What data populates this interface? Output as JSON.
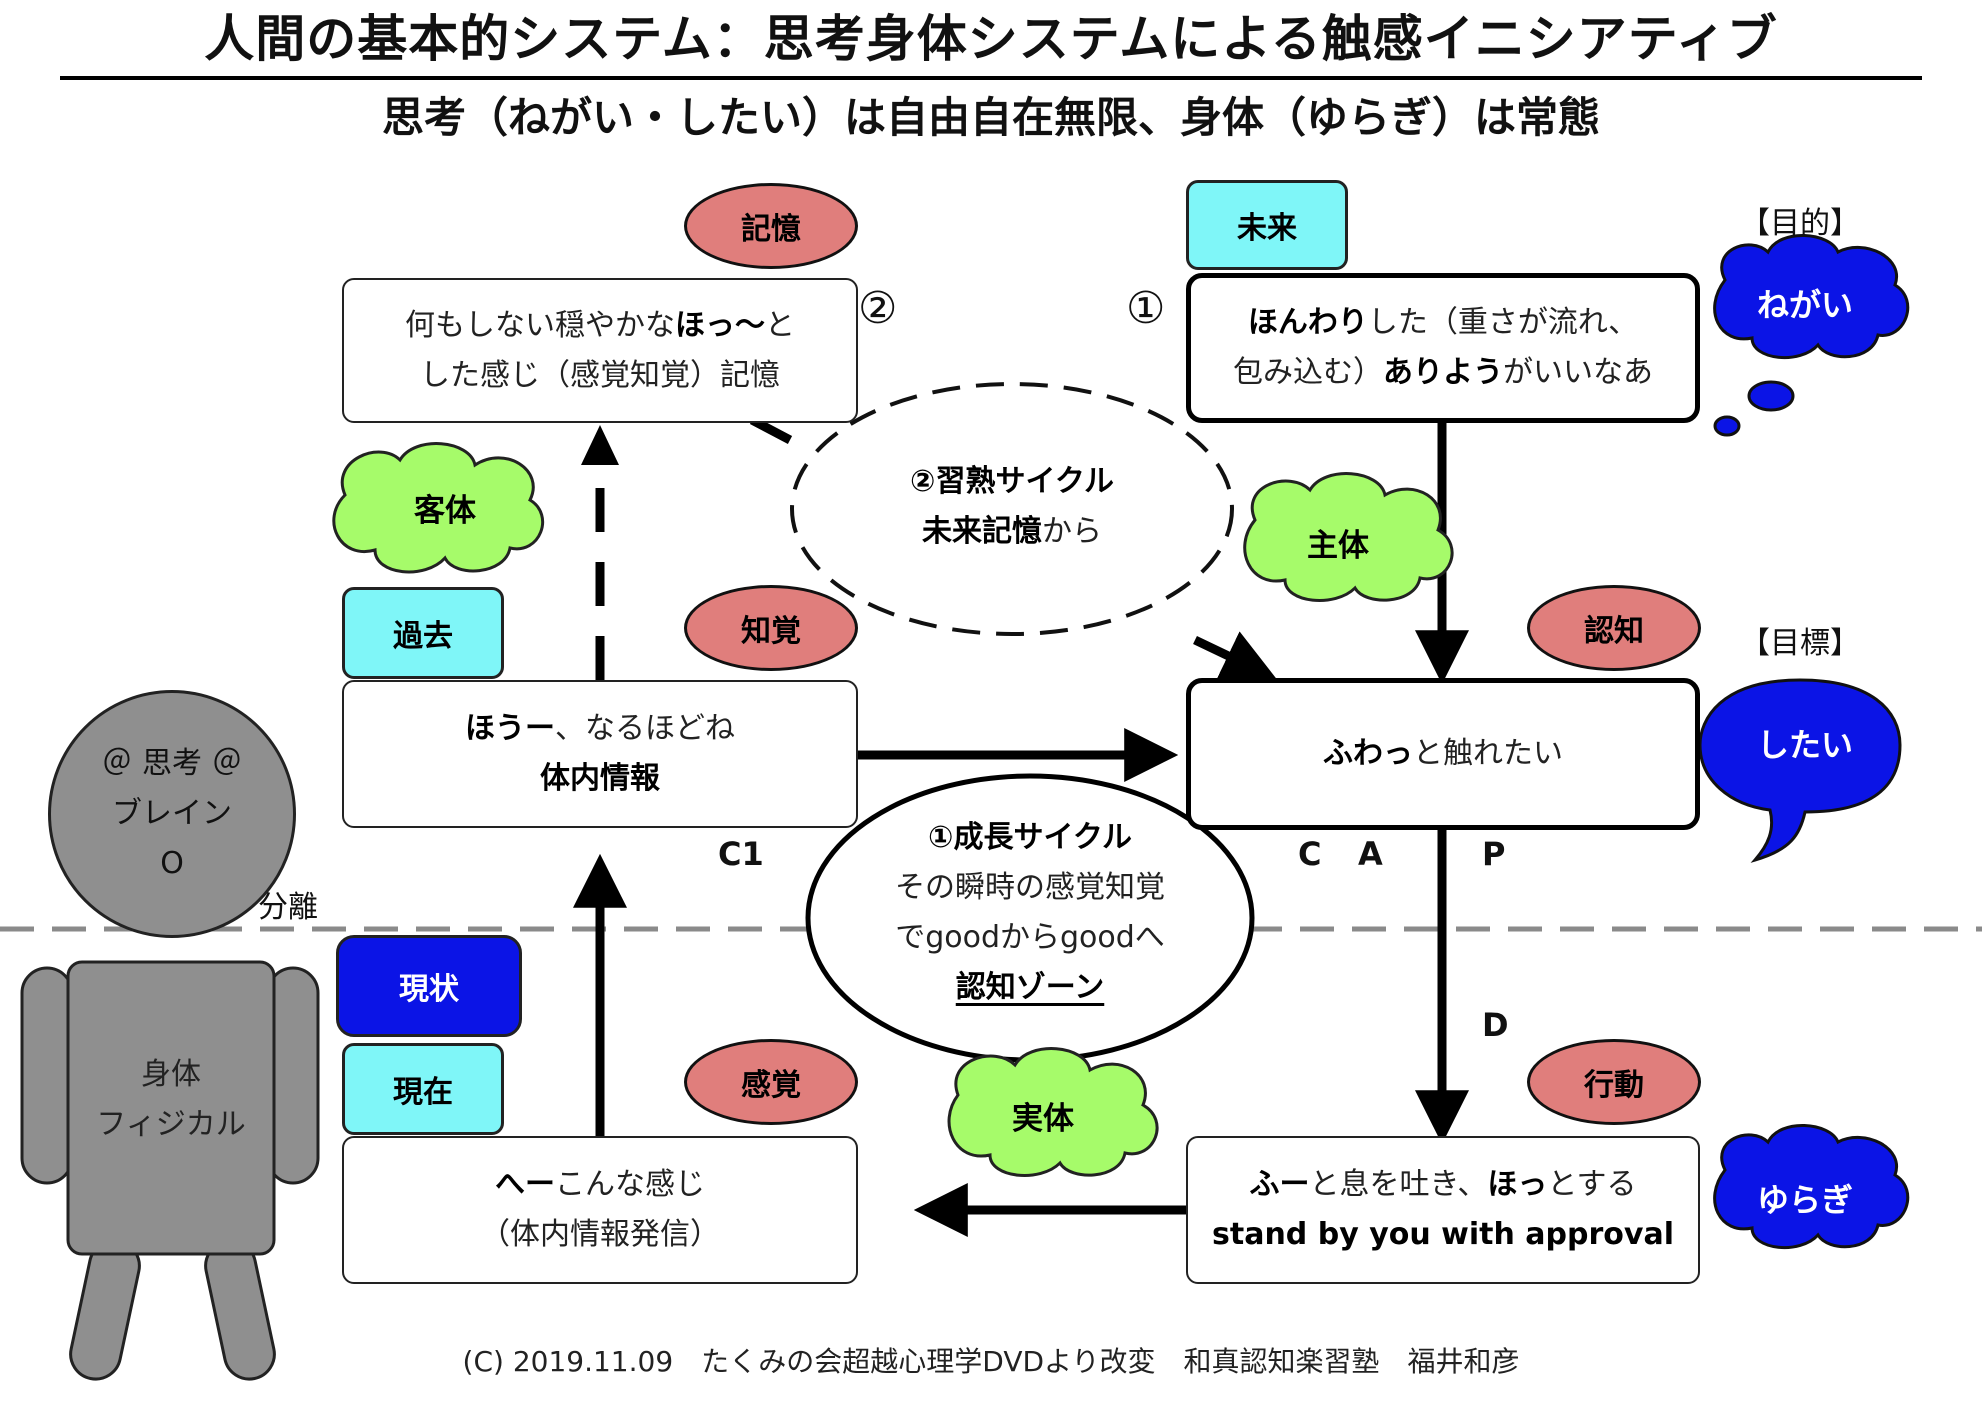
{
  "title": "人間の基本的システム：思考身体システムによる触感イニシアティブ",
  "subtitle": "思考（ねがい・したい）は自由自在無限、身体（ゆらぎ）は常態",
  "tags": {
    "mirai": "未来",
    "kako": "過去",
    "genjo": "現状",
    "genzai": "現在"
  },
  "pills": {
    "kioku": "記憶",
    "chikaku": "知覚",
    "ninchi": "認知",
    "kankaku": "感覚",
    "kodo": "行動"
  },
  "clouds": {
    "kyakutai": "客体",
    "shutai": "主体",
    "jittai": "実体"
  },
  "blue_shapes": {
    "negai": "ねがい",
    "shitai": "したい",
    "yuragi": "ゆらぎ"
  },
  "brackets": {
    "mokuteki": "【目的】",
    "mokuhyo": "【目標】"
  },
  "markers": {
    "one": "①",
    "two": "②"
  },
  "boxes": {
    "memory": {
      "line1_pre": "何もしない穏やかな",
      "line1_bold": "ほっ〜",
      "line1_post": "と",
      "line2": "した感じ（感覚知覚）記憶"
    },
    "goal": {
      "line1_bold": "ほんわり",
      "line1_post": "した（重さが流れ、",
      "line2_pre": "包み込む）",
      "line2_bold": "ありよう",
      "line2_post": "がいいなあ"
    },
    "perception": {
      "line1_bold": "ほうー",
      "line1_post": "、なるほどね",
      "line2_bold": "体内情報"
    },
    "target": {
      "line1_bold": "ふわっ",
      "line1_post": "と触れたい"
    },
    "sensation": {
      "line1_bold": "へー",
      "line1_post": "こんな感じ",
      "line2": "（体内情報発信）"
    },
    "action": {
      "line1_bold1": "ふー",
      "line1_mid": "と息を吐き、",
      "line1_bold2": "ほっ",
      "line1_post": "とする",
      "line2": "stand by you with approval"
    }
  },
  "cycles": {
    "mastery": {
      "line1": "②習熟サイクル",
      "line2_bold": "未来記憶",
      "line2_post": "から"
    },
    "growth": {
      "line1": "①成長サイクル",
      "line2": "その瞬時の感覚知覚",
      "line3": "でgoodからgoodへ",
      "line4": "認知ゾーン"
    }
  },
  "cycle_labels": {
    "c1": "C1",
    "c": "C",
    "a": "A",
    "p": "P",
    "d": "D"
  },
  "head": {
    "at_left": "＠",
    "line1": "思考",
    "at_right": "＠",
    "line2": "ブレイン",
    "line3": "O"
  },
  "separation": "分離",
  "body_figure": {
    "line1": "身体",
    "line2": "フィジカル"
  },
  "footer": "(C) 2019.11.09　たくみの会超越心理学DVDより改変　和真認知楽習塾　福井和彦",
  "colors": {
    "cyan_tag": "#7ff6f8",
    "blue": "#0b14e6",
    "pink": "#e07e7c",
    "green_cloud": "#a6fb6a",
    "gray": "#8f8f8f"
  }
}
